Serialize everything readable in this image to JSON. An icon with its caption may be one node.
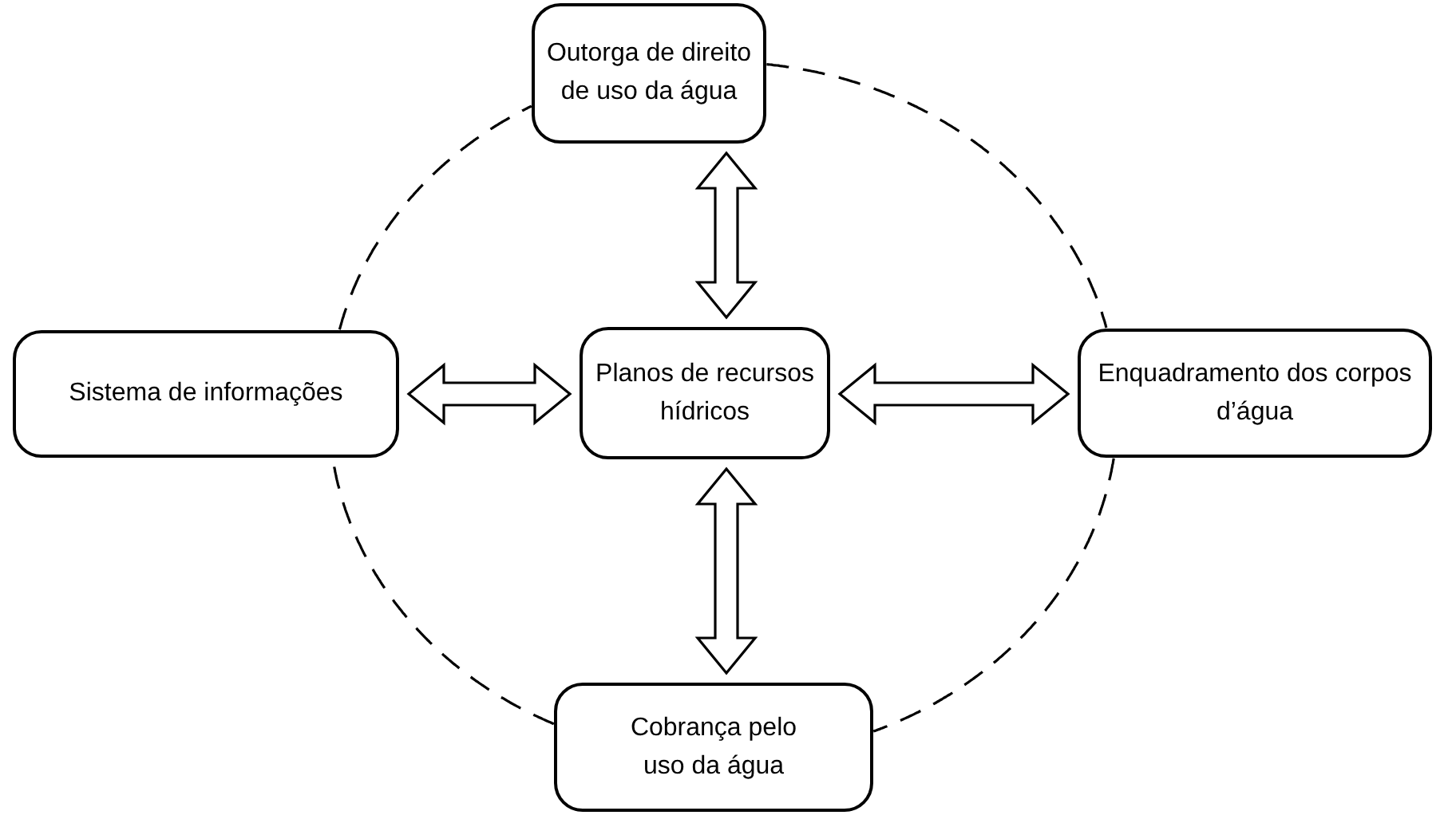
{
  "diagram": {
    "nodes": [
      {
        "text": [
          "Outorga de direito de uso da água"
        ]
      },
      {
        "text": [
          "Sistema de informações"
        ]
      },
      {
        "text": [
          "Planos de recursos hídricos"
        ]
      },
      {
        "text": [
          "Enquadramento dos corpos d’água"
        ]
      },
      {
        "text": [
          "Cobrança pelo uso da água"
        ]
      }
    ],
    "edges": [
      {
        "from": 0,
        "to": 2,
        "arrow": "both"
      },
      {
        "from": 1,
        "to": 2,
        "arrow": "both"
      },
      {
        "from": 2,
        "to": 3,
        "arrow": "both"
      },
      {
        "from": 2,
        "to": 4,
        "arrow": "both"
      },
      {
        "from": 0,
        "to": 3,
        "arrow": "none",
        "style": "dashed"
      },
      {
        "from": 3,
        "to": 4,
        "arrow": "none",
        "style": "dashed"
      },
      {
        "from": 4,
        "to": 1,
        "arrow": "none",
        "style": "dashed"
      },
      {
        "from": 1,
        "to": 0,
        "arrow": "none",
        "style": "dashed"
      }
    ]
  }
}
